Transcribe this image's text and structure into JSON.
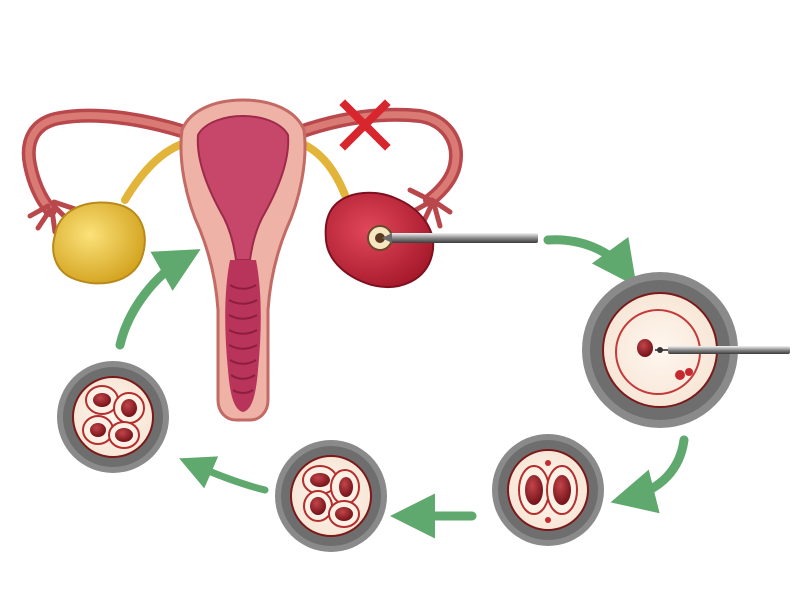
{
  "diagram": {
    "nodes": [
      {
        "id": "reproductive-system",
        "icon": "uterus-ovaries-illustration"
      },
      {
        "id": "blocked-tube-marker",
        "icon": "red-x-icon"
      },
      {
        "id": "egg-retrieval",
        "icon": "needle-icon"
      },
      {
        "id": "icsi-injection",
        "icon": "micropipette-icon"
      },
      {
        "id": "two-cell-embryo",
        "icon": "embryo-2-cell-icon"
      },
      {
        "id": "four-cell-embryo-culture",
        "icon": "embryo-4-cell-icon"
      },
      {
        "id": "four-cell-embryo-transfer",
        "icon": "embryo-4-cell-icon"
      }
    ],
    "flow": [
      "egg-retrieval",
      "icsi-injection",
      "two-cell-embryo",
      "four-cell-embryo-culture",
      "four-cell-embryo-transfer",
      "reproductive-system"
    ],
    "colors": {
      "arrow_green": "#5fa86e",
      "tissue_pink": "#e8a8a0",
      "tissue_dark": "#b83a56",
      "ovary_yellow": "#e8c13a",
      "ovary_red": "#c0283a",
      "dish_gray": "#8a8a8a",
      "cell_red": "#8e1a22",
      "x_red": "#d8262e"
    }
  }
}
